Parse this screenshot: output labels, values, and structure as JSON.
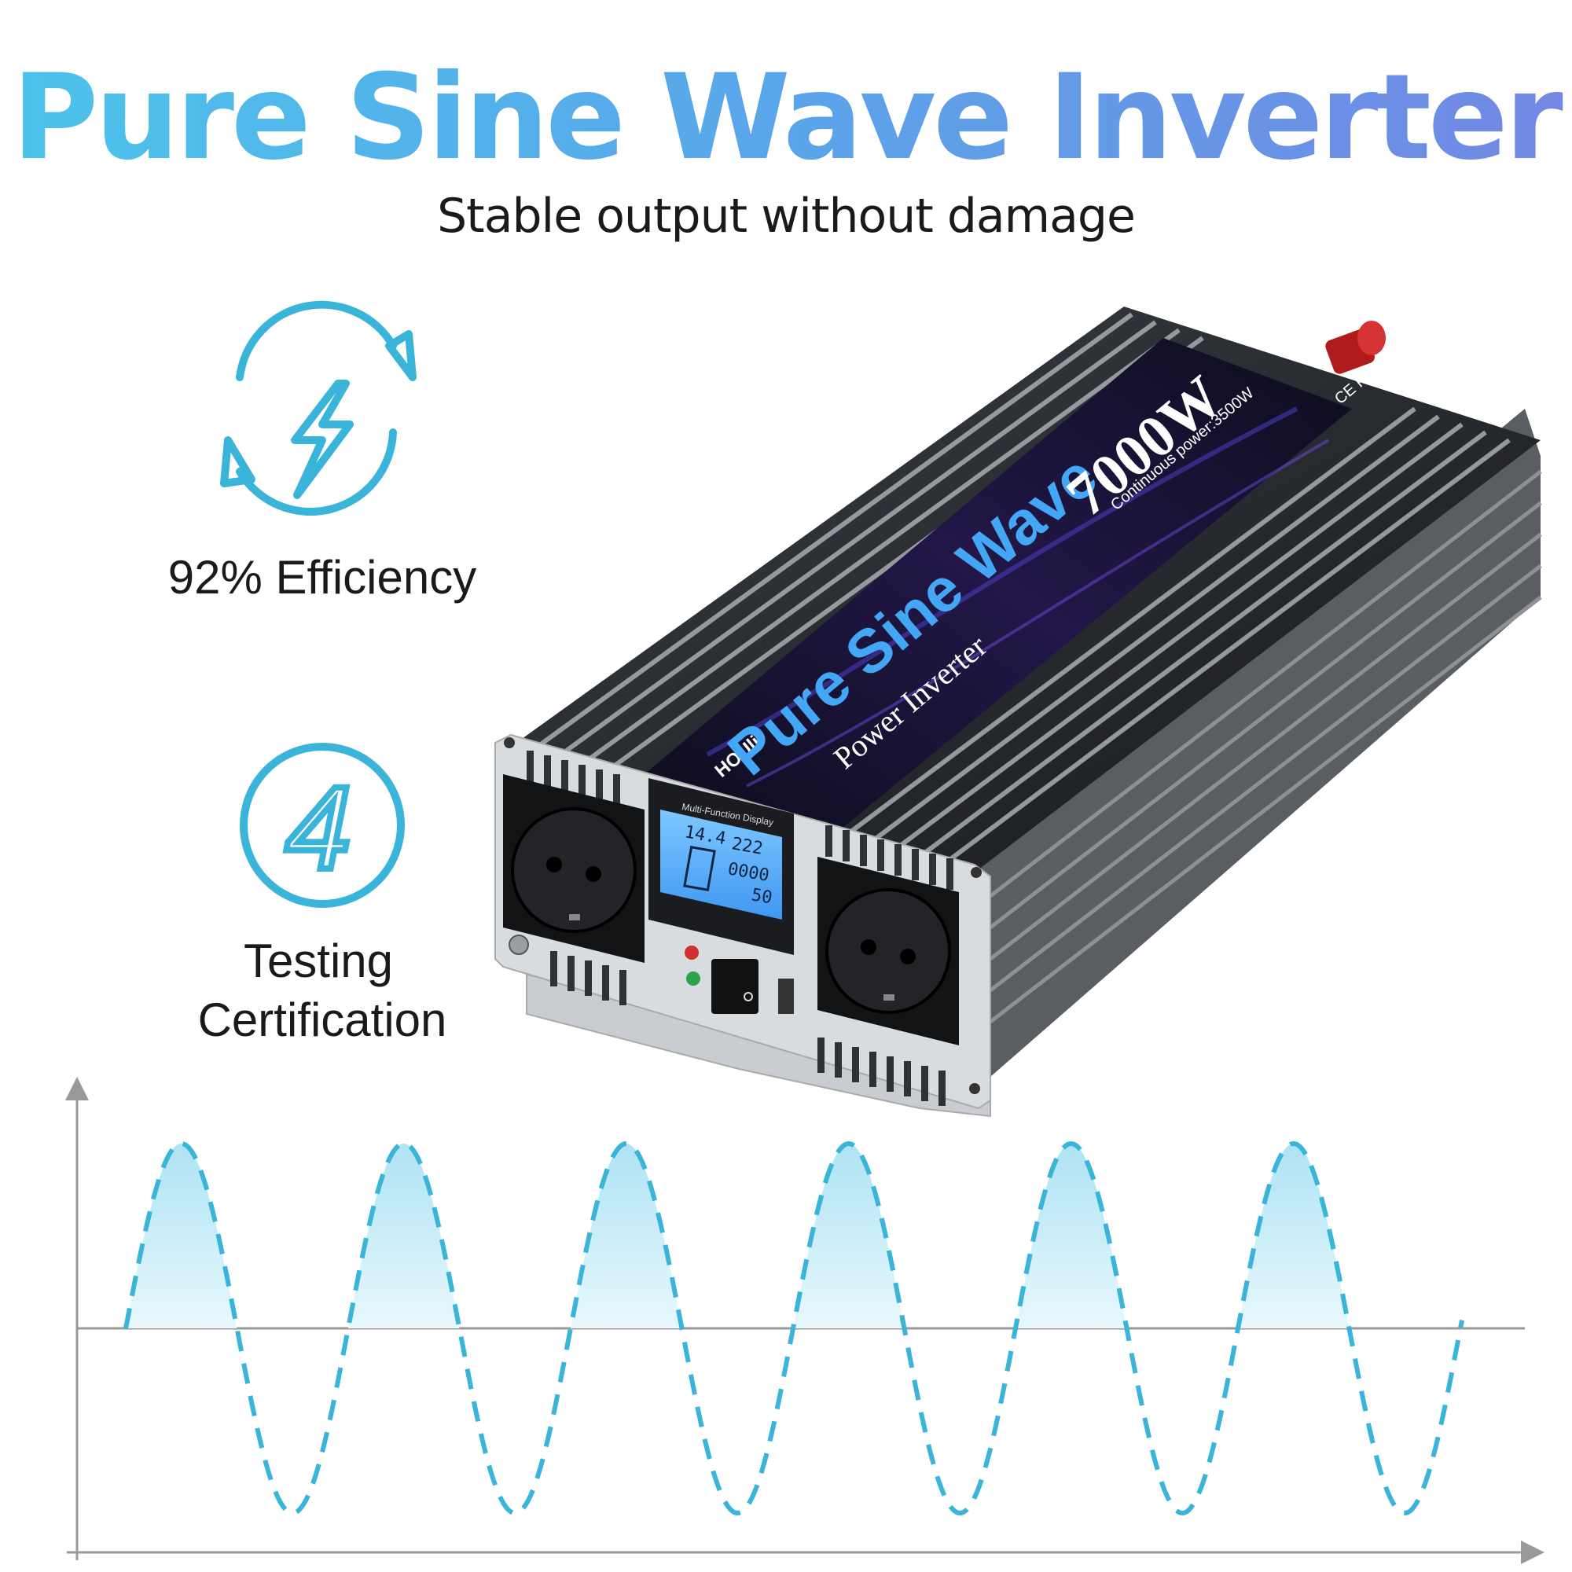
{
  "headline": "Pure Sine Wave Inverter",
  "subheadline": "Stable output without damage",
  "features": [
    {
      "icon": "lightning-bolt-cycle-icon",
      "label": "92% Efficiency"
    },
    {
      "icon": "number-4-circle-icon",
      "digit": "4",
      "label_line1": "Testing",
      "label_line2": "Certification"
    }
  ],
  "product": {
    "brand": "HOUli",
    "title_line1": "Pure Sine Wave",
    "subtitle": "Power Inverter",
    "power_rating": "7000W",
    "continuous_power": "Continuous power:3500W",
    "certifications": "CE FC",
    "display": {
      "header": "Multi-Function Display",
      "input_voltage": "14.4",
      "output_voltage": "222",
      "load": "0000",
      "frequency": "50"
    },
    "socket_type": "schuko"
  },
  "colors": {
    "accent": "#3bb4da",
    "headline_start": "#4cc3ea",
    "headline_end": "#7288e4",
    "wave_fill": "#cfeef8",
    "text": "#1a1a1a"
  }
}
